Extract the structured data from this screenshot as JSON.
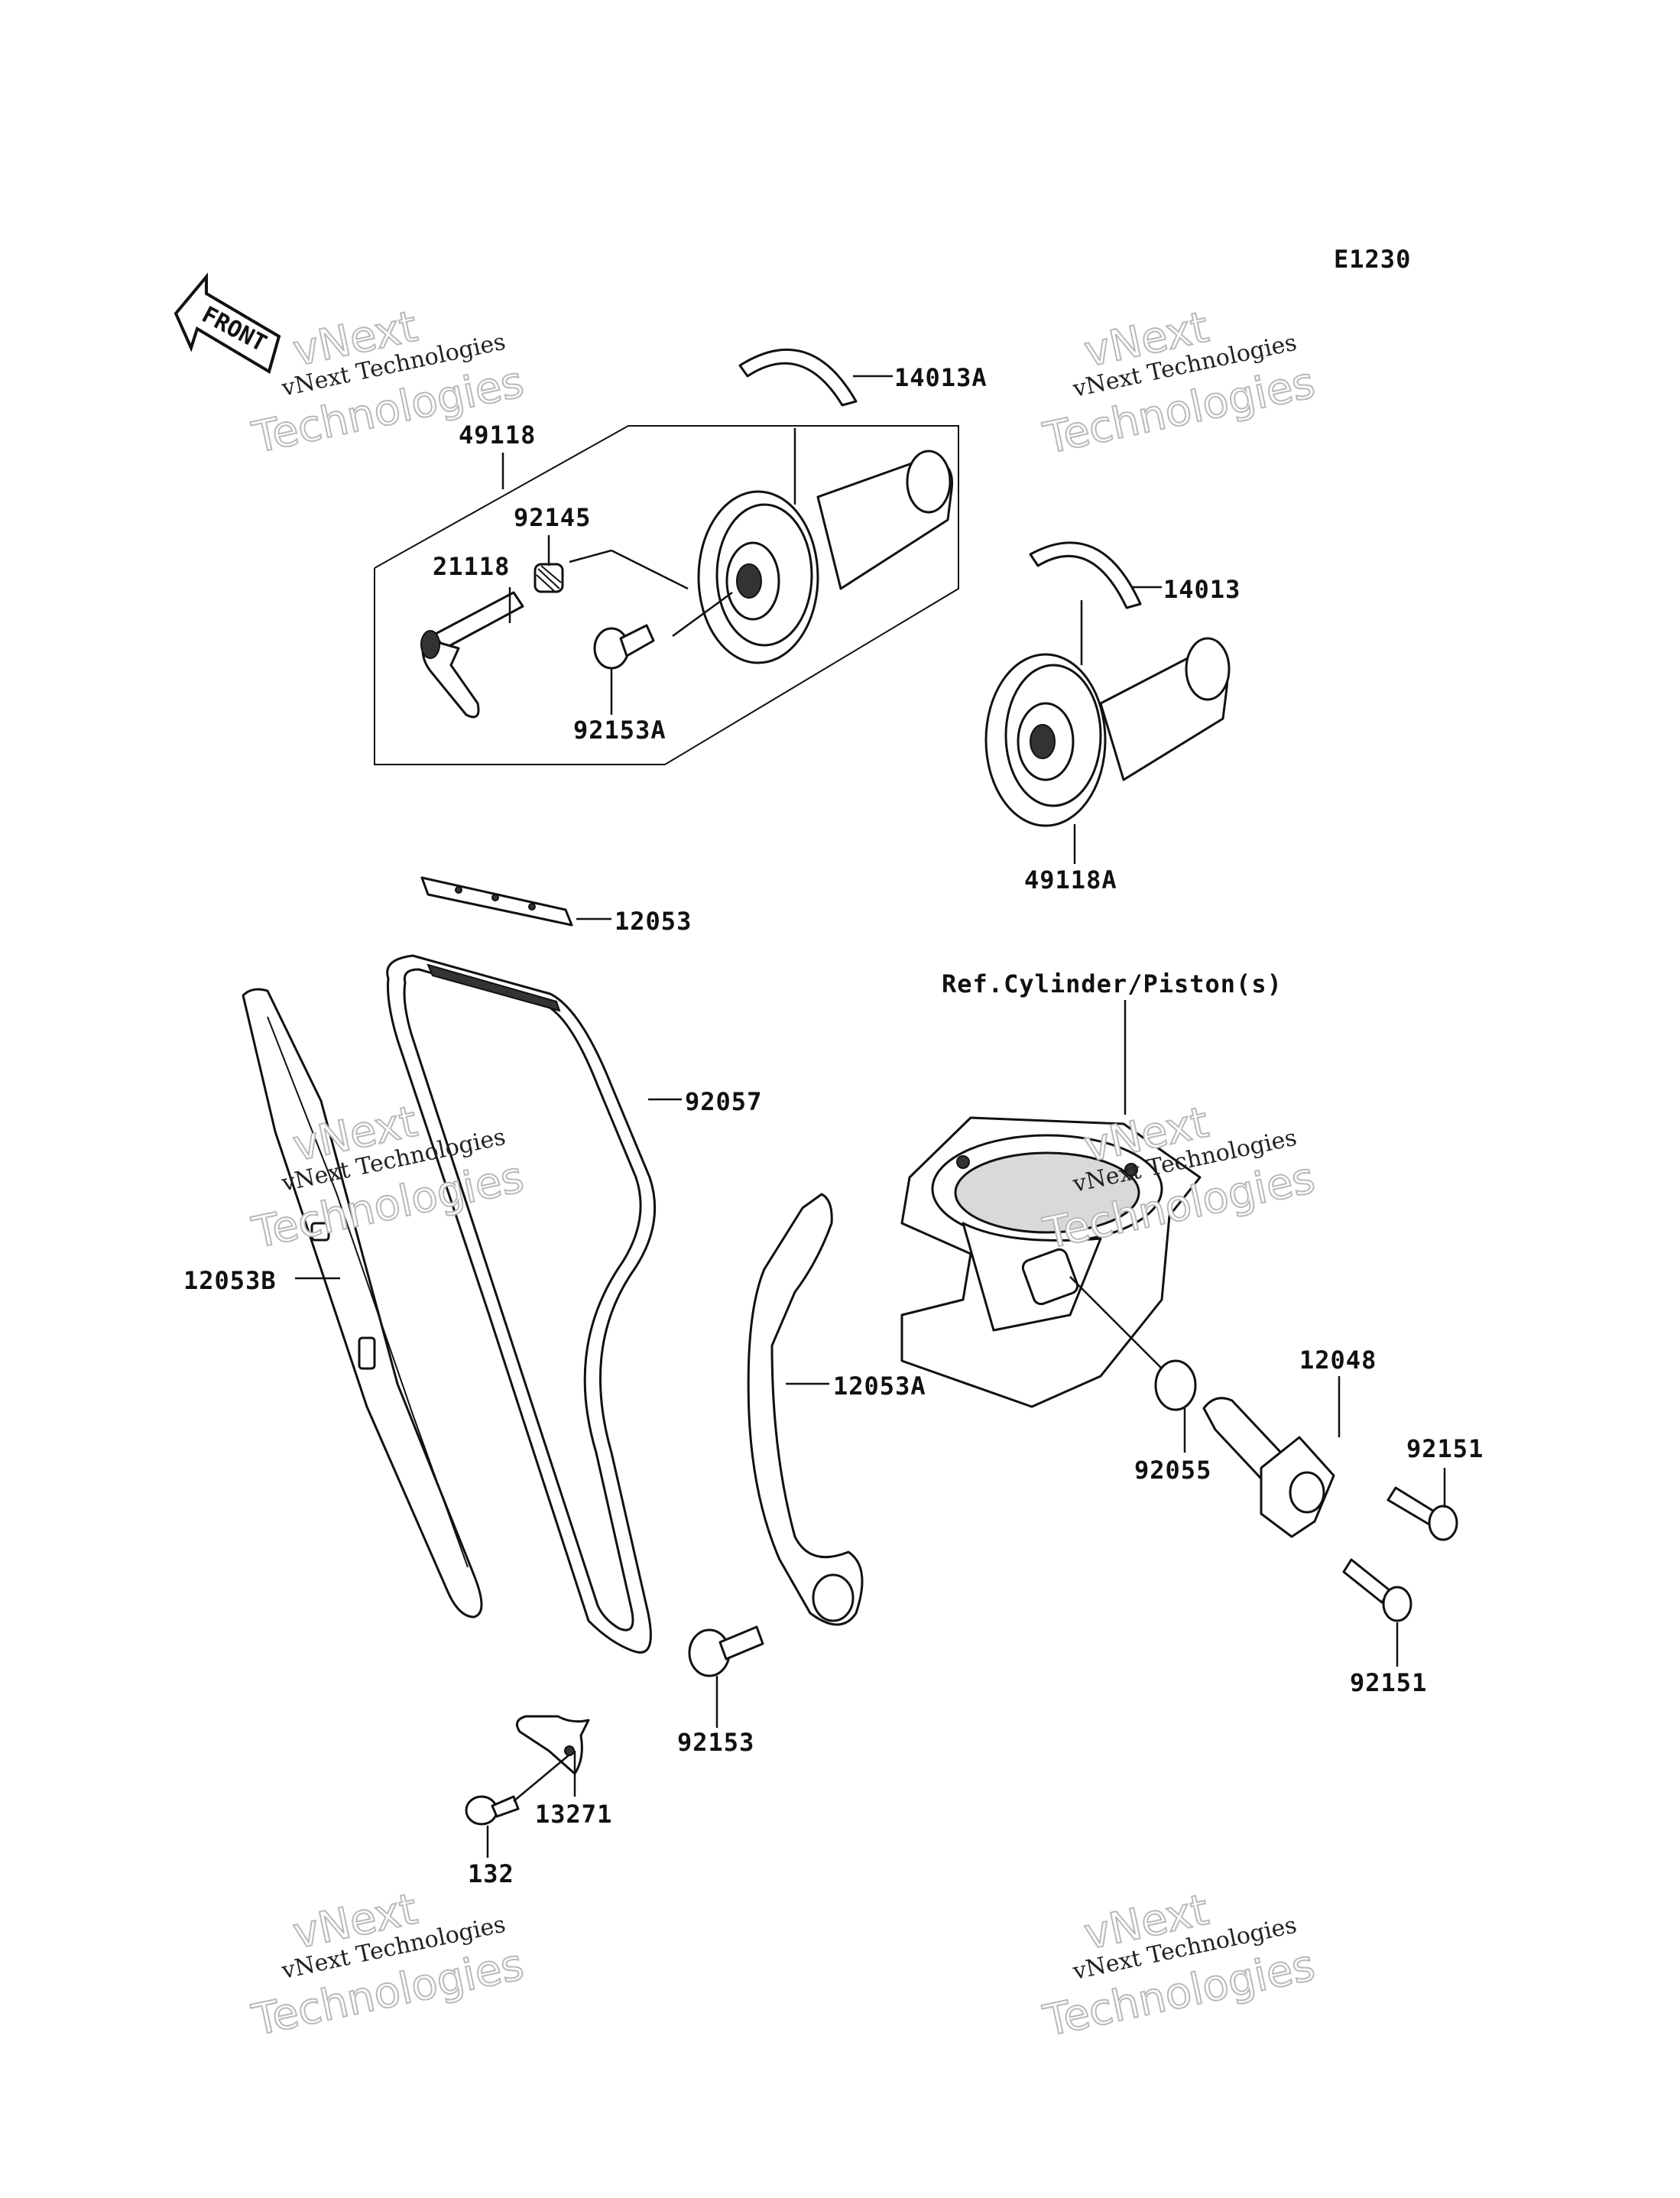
{
  "diagram_code": "E1230",
  "front_label": "FRONT",
  "reference_note": "Ref.Cylinder/Piston(s)",
  "watermark": {
    "line1": "vNext",
    "line2": "vNext Technologies",
    "line3": "Technologies"
  },
  "parts": [
    {
      "id": "14013A",
      "label": "14013A"
    },
    {
      "id": "49118",
      "label": "49118"
    },
    {
      "id": "92145",
      "label": "92145"
    },
    {
      "id": "21118",
      "label": "21118"
    },
    {
      "id": "92153A",
      "label": "92153A"
    },
    {
      "id": "14013",
      "label": "14013"
    },
    {
      "id": "49118A",
      "label": "49118A"
    },
    {
      "id": "12053",
      "label": "12053"
    },
    {
      "id": "92057",
      "label": "92057"
    },
    {
      "id": "12053B",
      "label": "12053B"
    },
    {
      "id": "12053A",
      "label": "12053A"
    },
    {
      "id": "92055",
      "label": "92055"
    },
    {
      "id": "12048",
      "label": "12048"
    },
    {
      "id": "92151a",
      "label": "92151"
    },
    {
      "id": "92151b",
      "label": "92151"
    },
    {
      "id": "92153",
      "label": "92153"
    },
    {
      "id": "13271",
      "label": "13271"
    },
    {
      "id": "132",
      "label": "132"
    }
  ]
}
